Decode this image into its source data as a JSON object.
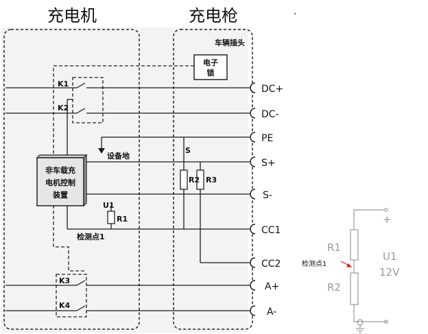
{
  "headers": {
    "charger": "充电机",
    "gun": "充电枪"
  },
  "labels": {
    "vehicle_socket": "车辆插头",
    "elock_top": "电子",
    "elock_bottom": "锁",
    "k1": "K1",
    "k2": "K2",
    "k3": "K3",
    "k4": "K4",
    "device_ground": "设备地",
    "controller_l1": "非车载充",
    "controller_l2": "电机控制",
    "controller_l3": "装置",
    "u1": "U1",
    "r1": "R1",
    "detect_point": "检测点1",
    "s": "S",
    "r2": "R2",
    "r3": "R3"
  },
  "pins": [
    "DC+",
    "DC-",
    "PE",
    "S+",
    "S-",
    "CC1",
    "CC2",
    "A+",
    "A-"
  ],
  "circuit": {
    "plus": "+",
    "minus": "-",
    "r1": "R1",
    "r2": "R2",
    "u1": "U1",
    "v12": "12V",
    "detect_point": "检测点1"
  },
  "colors": {
    "line": "#1a1a1a",
    "panel": "#f3f3f3",
    "gray": "#9a9a9a",
    "arrow": "#e02020"
  }
}
